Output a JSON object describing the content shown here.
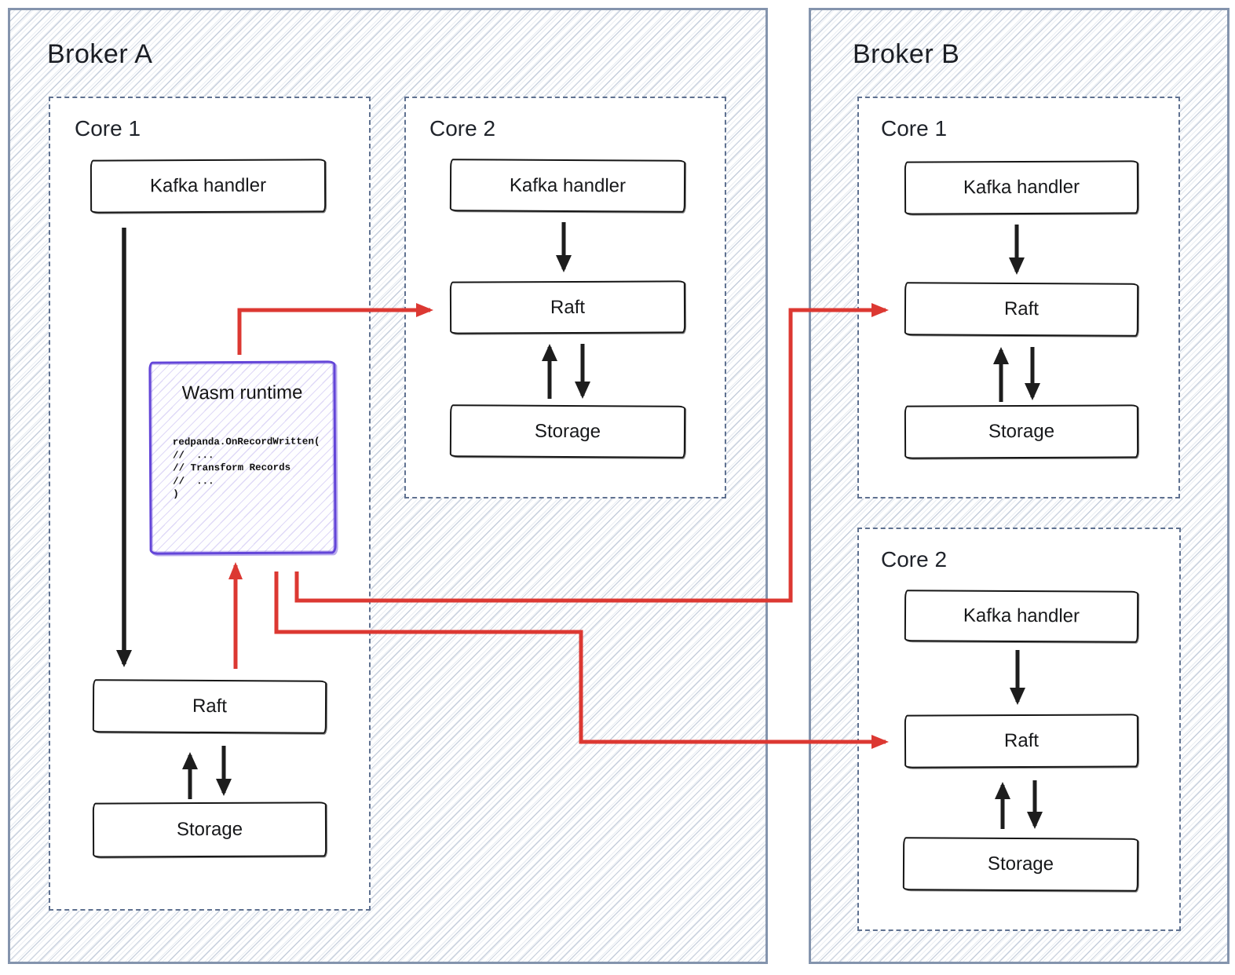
{
  "colors": {
    "flow_red": "#dc3832",
    "wasm_purple": "#6345d8",
    "broker_frame": "#8494ad",
    "core_dash": "#5f7190",
    "hatch_line": "#c9d2e0",
    "ink_black": "#161616"
  },
  "brokers": {
    "a": {
      "title": "Broker A",
      "cores": {
        "core1": {
          "title": "Core 1",
          "kafka": "Kafka handler",
          "raft": "Raft",
          "storage": "Storage",
          "wasm": {
            "title": "Wasm runtime",
            "code": [
              "redpanda.OnRecordWritten(",
              "//  ...",
              "// Transform Records",
              "//  ...",
              ")"
            ]
          }
        },
        "core2": {
          "title": "Core 2",
          "kafka": "Kafka handler",
          "raft": "Raft",
          "storage": "Storage"
        }
      }
    },
    "b": {
      "title": "Broker B",
      "cores": {
        "core1": {
          "title": "Core 1",
          "kafka": "Kafka handler",
          "raft": "Raft",
          "storage": "Storage"
        },
        "core2": {
          "title": "Core 2",
          "kafka": "Kafka handler",
          "raft": "Raft",
          "storage": "Storage"
        }
      }
    }
  },
  "edges": {
    "red_flows": [
      {
        "from": "broker-a/core1/wasm-runtime",
        "to": "broker-a/core2/raft"
      },
      {
        "from": "broker-a/core1/raft",
        "to": "broker-a/core1/wasm-runtime"
      },
      {
        "from": "broker-a/core1/wasm-runtime",
        "to": "broker-b/core1/raft"
      },
      {
        "from": "broker-a/core1/wasm-runtime",
        "to": "broker-b/core2/raft"
      }
    ],
    "black_flows": [
      {
        "from": "kafka-handler",
        "to": "raft",
        "cores": [
          "a/core1",
          "a/core2",
          "b/core1",
          "b/core2"
        ]
      },
      {
        "from": "raft",
        "to": "storage",
        "bidirectional": true,
        "cores": [
          "a/core1",
          "a/core2",
          "b/core1",
          "b/core2"
        ]
      }
    ]
  }
}
